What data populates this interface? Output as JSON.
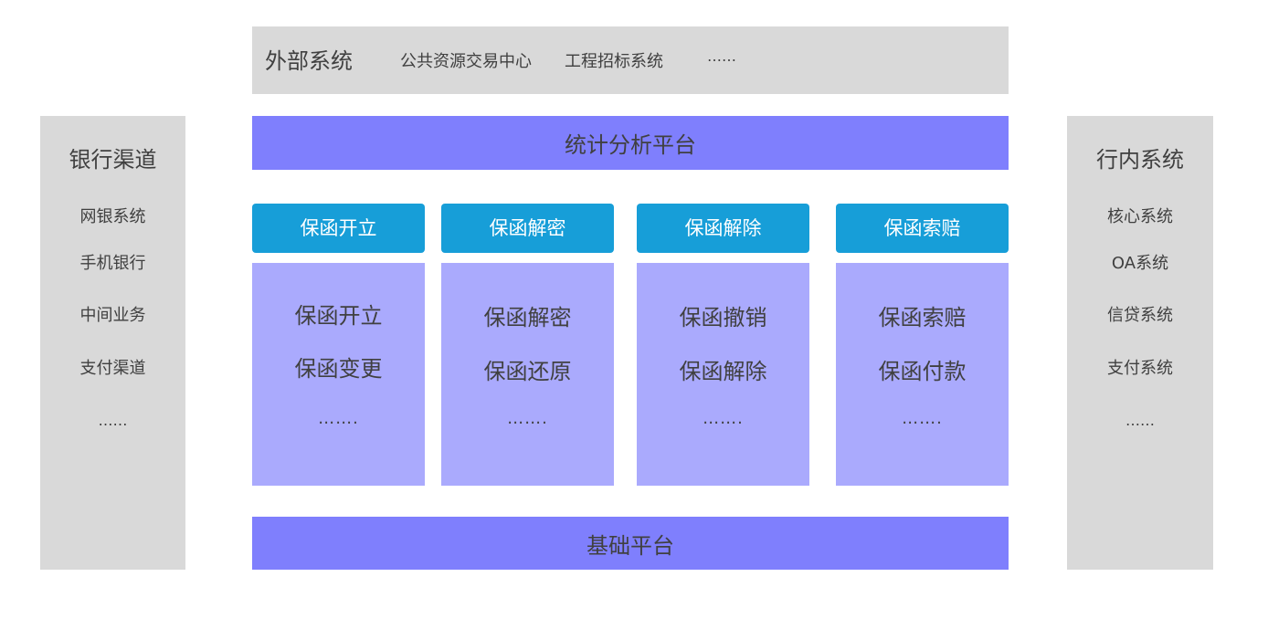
{
  "external": {
    "title": "外部系统",
    "items": [
      "公共资源交易中心",
      "工程招标系统",
      "……"
    ]
  },
  "stats_platform": "统计分析平台",
  "base_platform": "基础平台",
  "left_panel": {
    "title": "银行渠道",
    "items": [
      "网银系统",
      "手机银行",
      "中间业务",
      "支付渠道",
      "……"
    ]
  },
  "right_panel": {
    "title": "行内系统",
    "items": [
      "核心系统",
      "OA系统",
      "信贷系统",
      "支付系统",
      "……"
    ]
  },
  "modules": [
    {
      "title": "保函开立",
      "items": [
        "保函开立",
        "保函变更"
      ],
      "more": "……."
    },
    {
      "title": "保函解密",
      "items": [
        "保函解密",
        "保函还原"
      ],
      "more": "……."
    },
    {
      "title": "保函解除",
      "items": [
        "保函撤销",
        "保函解除"
      ],
      "more": "……."
    },
    {
      "title": "保函索赔",
      "items": [
        "保函索赔",
        "保函付款"
      ],
      "more": "……."
    }
  ],
  "colors": {
    "panel_gray": "#d9d9d9",
    "platform_purple": "#7f7ffd",
    "module_header_blue": "#179ed8",
    "module_body_lavender": "#aaaafd"
  }
}
